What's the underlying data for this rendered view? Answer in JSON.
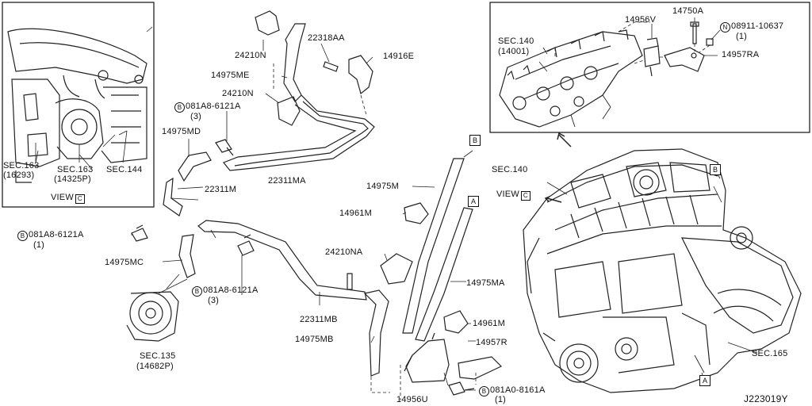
{
  "diagram_id": "J223019Y",
  "view_c": {
    "view_word": "VIEW",
    "letter": "C"
  },
  "refs": {
    "b_top": "B",
    "a_mid": "A",
    "b_engine": "B",
    "a_engine": "A"
  },
  "labels": {
    "sec163_a": "SEC.163",
    "sec163_a_code": "(16293)",
    "sec163_b": "SEC.163",
    "sec163_b_code": "(14325P)",
    "sec144": "SEC.144",
    "p24210N_top": "24210N",
    "p22318AA": "22318AA",
    "p14916E": "14916E",
    "p14975ME": "14975ME",
    "p24210N_mid": "24210N",
    "bolt1_code": "081A8-6121A",
    "bolt1_qty": "(3)",
    "p14975MD": "14975MD",
    "p22311MA": "22311MA",
    "p22311M": "22311M",
    "bolt2_code": "081A8-6121A",
    "bolt2_qty": "(1)",
    "p14975MC": "14975MC",
    "bolt3_code": "081A8-6121A",
    "bolt3_qty": "(3)",
    "p22311MB": "22311MB",
    "p14975MB": "14975MB",
    "sec135": "SEC.135",
    "sec135_code": "(14682P)",
    "p14975M": "14975M",
    "p14961M_top": "14961M",
    "p24210NA": "24210NA",
    "p14975MA": "14975MA",
    "p14961M_bot": "14961M",
    "p14957R": "14957R",
    "p14956U": "14956U",
    "bolt4_code": "081A0-8161A",
    "bolt4_qty": "(1)",
    "sec140_inset": "SEC.140",
    "sec140_inset_code": "(14001)",
    "p14956V": "14956V",
    "p14750A": "14750A",
    "nut_code": "08911-10637",
    "nut_qty": "(1)",
    "p14957RA": "14957RA",
    "sec140_main": "SEC.140",
    "sec165": "SEC.165"
  },
  "symbols": {
    "bolt_mark": "B",
    "nut_mark": "N"
  }
}
